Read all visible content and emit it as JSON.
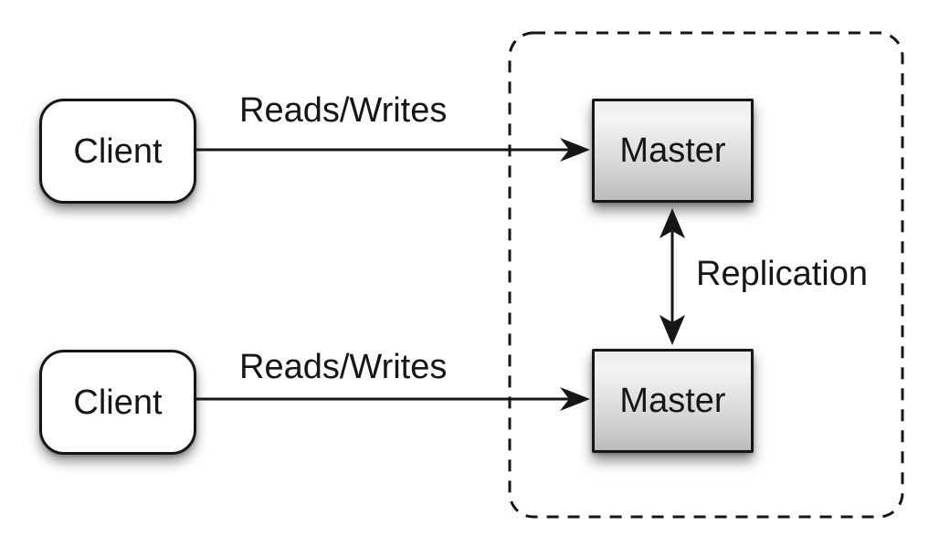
{
  "diagram": {
    "nodes": {
      "client_top": {
        "label": "Client"
      },
      "client_bottom": {
        "label": "Client"
      },
      "master_top": {
        "label": "Master"
      },
      "master_bottom": {
        "label": "Master"
      }
    },
    "edges": {
      "reads_writes_top": {
        "label": "Reads/Writes"
      },
      "reads_writes_bottom": {
        "label": "Reads/Writes"
      },
      "replication": {
        "label": "Replication"
      }
    },
    "colors": {
      "background": "#ffffff",
      "stroke": "#161616",
      "text": "#161616",
      "client_fill": "#ffffff",
      "master_gradient_top": "#ececec",
      "master_gradient_mid": "#d8d8d8",
      "master_gradient_bottom": "#bcbcbc"
    }
  }
}
